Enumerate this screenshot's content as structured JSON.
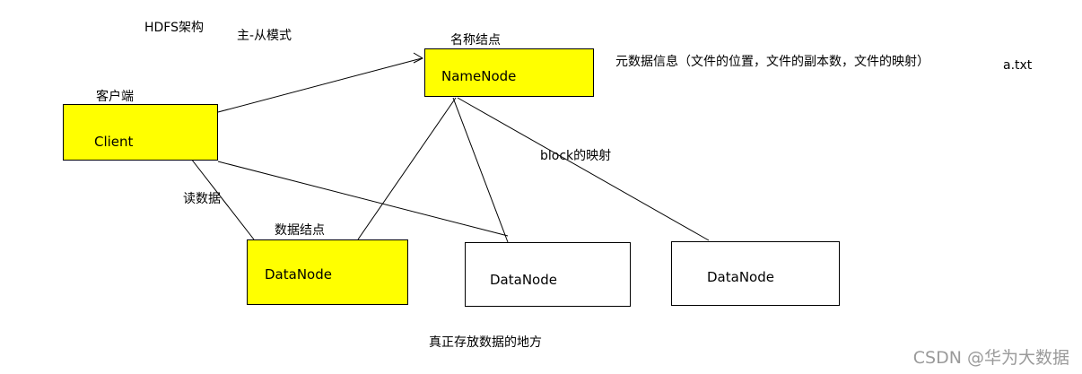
{
  "labels": {
    "title": "HDFS架构",
    "master_slave": "主-从模式",
    "namenode_caption": "名称结点",
    "metadata_info": "元数据信息（文件的位置，文件的副本数，文件的映射）",
    "file_name": "a.txt",
    "client_caption": "客户端",
    "block_mapping": "block的映射",
    "read_data": "读数据",
    "datanode_caption": "数据结点",
    "storage_place": "真正存放数据的地方"
  },
  "nodes": {
    "namenode": "NameNode",
    "client": "Client",
    "datanode_1": "DataNode",
    "datanode_2": "DataNode",
    "datanode_3": "DataNode"
  },
  "colors": {
    "highlight": "#ffff00",
    "plain": "#ffffff",
    "stroke": "#000000"
  },
  "watermark": "CSDN @华为大数据"
}
